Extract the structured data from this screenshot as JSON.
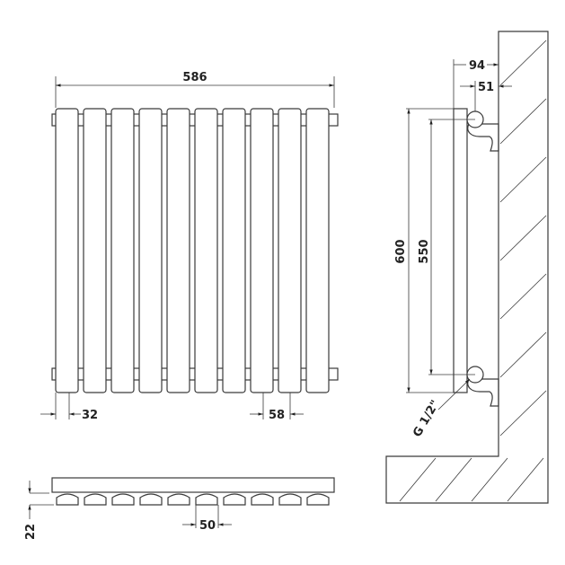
{
  "dimensions": {
    "overall_width": "586",
    "panel_width": "32",
    "panel_pitch": "58",
    "height": "600",
    "pipe_centres": "550",
    "wall_projection": "94",
    "pipe_from_wall": "51",
    "connection": "G 1/2\"",
    "depth": "22",
    "plan_pitch": "50"
  },
  "panel_count": 10,
  "colors": {
    "line": "#3a3a3a",
    "background": "#ffffff"
  }
}
